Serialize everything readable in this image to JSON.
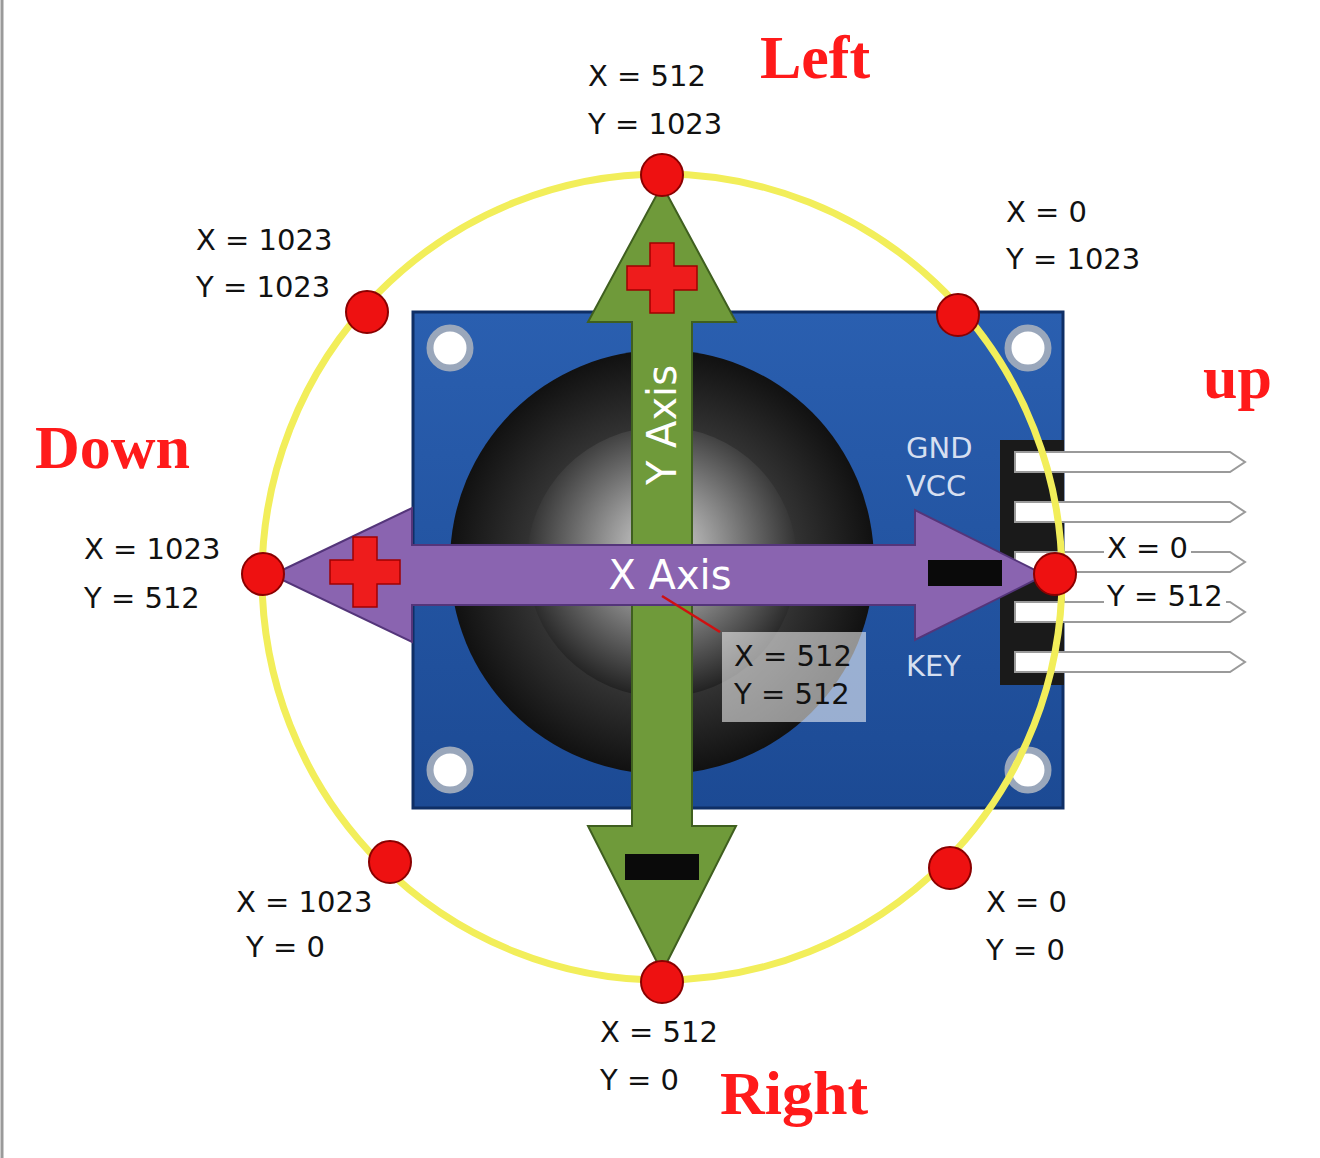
{
  "diagram": {
    "nodes": [
      {
        "text": [
          "X = 512",
          "Y = 512"
        ]
      }
    ],
    "labels": [
      "X = 512",
      "Y = 1023",
      "Left",
      "X = 1023",
      "Y = 1023",
      "X = 0",
      "Y = 1023",
      "up",
      "Down",
      "GND",
      "VCC",
      "X = 1023",
      "Y = 512",
      "X Axis",
      "X = 0",
      "Y = 512",
      "Y Axis",
      "KEY",
      "X = 1023",
      "Y = 0",
      "X = 0",
      "Y = 0",
      "X = 512",
      "Y = 0",
      "Right"
    ]
  }
}
